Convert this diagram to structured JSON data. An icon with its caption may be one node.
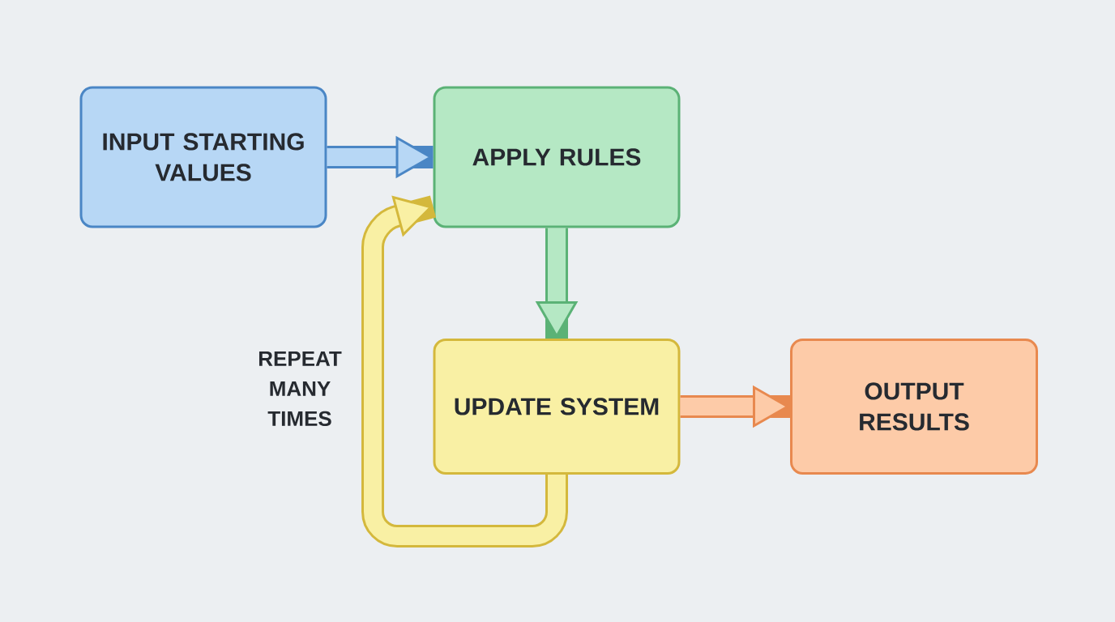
{
  "diagram": {
    "nodes": [
      {
        "text": [
          "INPUT STARTING VALUES"
        ]
      },
      {
        "text": [
          "APPLY RULES"
        ]
      },
      {
        "text": [
          "UPDATE SYSTEM"
        ]
      },
      {
        "text": [
          "OUTPUT RESULTS"
        ]
      }
    ],
    "edges": [
      {
        "from": 0,
        "to": 1,
        "arrow": "to",
        "color": "#4a86c5"
      },
      {
        "from": 1,
        "to": 2,
        "arrow": "to",
        "color": "#5bb276"
      },
      {
        "from": 2,
        "to": 3,
        "arrow": "to",
        "color": "#e8894f"
      },
      {
        "from": 2,
        "to": 1,
        "arrow": "to",
        "color": "#d4b83c",
        "label": "REPEAT MANY TIMES"
      }
    ]
  }
}
